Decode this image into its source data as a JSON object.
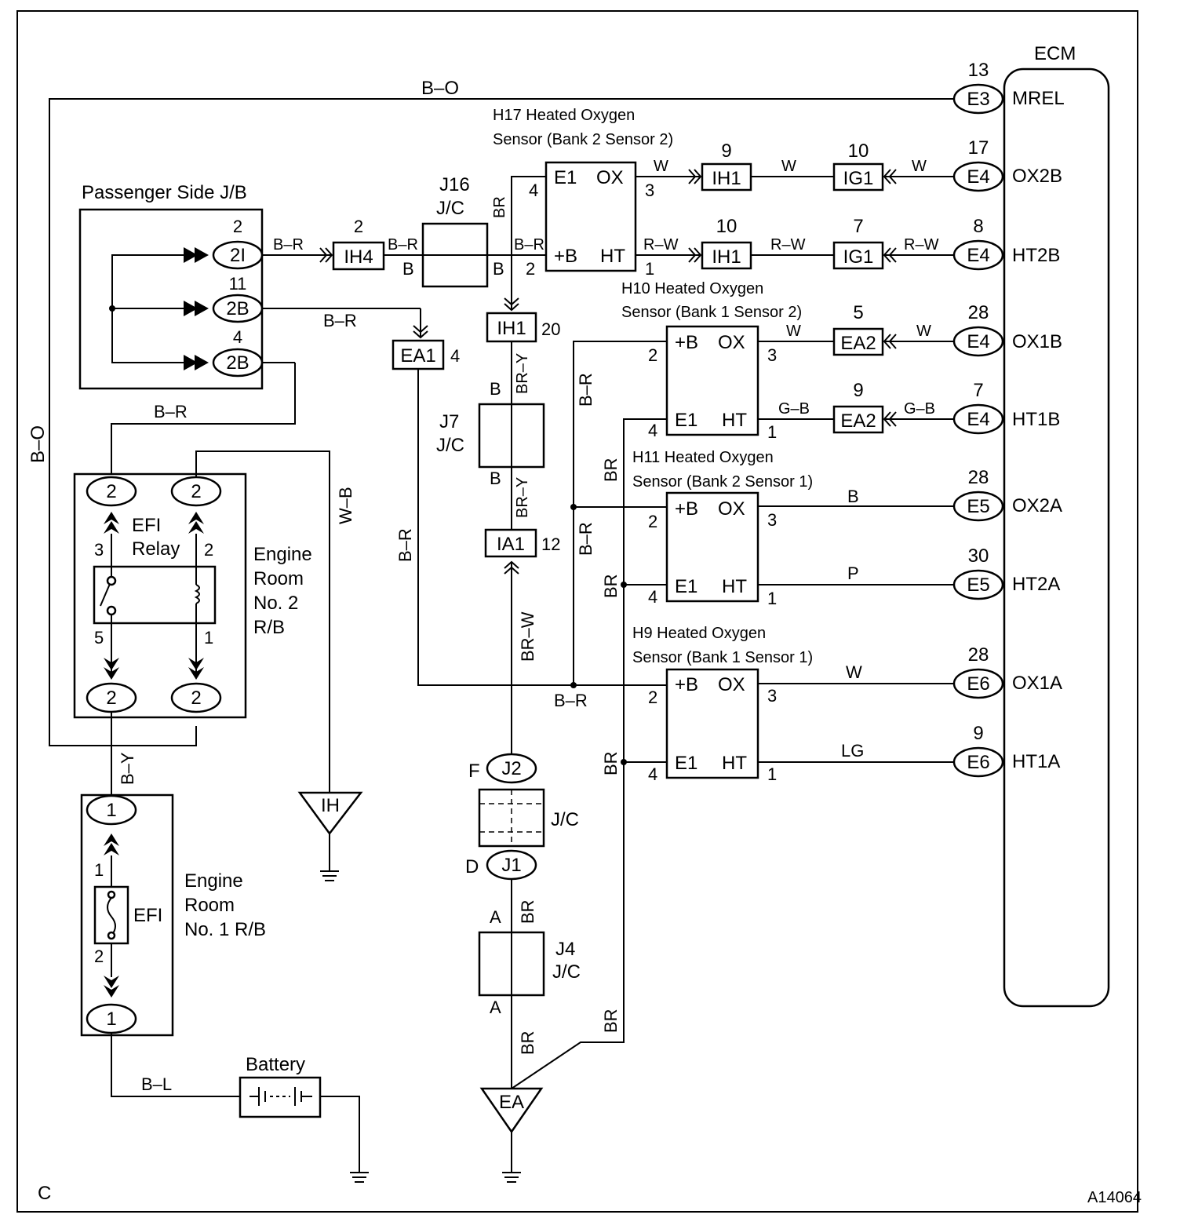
{
  "labels": {
    "ecm": "ECM",
    "mrel": "MREL",
    "ox2b": "OX2B",
    "ht2b": "HT2B",
    "ox1b": "OX1B",
    "ht1b": "HT1B",
    "ox2a": "OX2A",
    "ht2a": "HT2A",
    "ox1a": "OX1A",
    "ht1a": "HT1A",
    "h17_line1": "H17 Heated Oxygen",
    "h17_line2": "Sensor (Bank 2 Sensor 2)",
    "h10_line1": "H10 Heated Oxygen",
    "h10_line2": "Sensor (Bank 1 Sensor 2)",
    "h11_line1": "H11 Heated Oxygen",
    "h11_line2": "Sensor (Bank 2 Sensor 1)",
    "h9_line1": "H9 Heated Oxygen",
    "h9_line2": "Sensor (Bank 1 Sensor 1)",
    "passenger_jb": "Passenger Side J/B",
    "efi_relay_1": "EFI",
    "efi_relay_2": "Relay",
    "engine_room_2": [
      "Engine",
      "Room",
      "No. 2",
      "R/B"
    ],
    "engine_room_1": [
      "Engine",
      "Room",
      "No. 1 R/B"
    ],
    "efi_fuse": "EFI",
    "battery": "Battery",
    "j16": "J16",
    "j7": "J7",
    "j4": "J4",
    "jc": "J/C",
    "corner_c": "C",
    "figure_id": "A14064",
    "ground_ih": "IH",
    "ground_ea": "EA",
    "sensor_e1": "E1",
    "sensor_ox": "OX",
    "sensor_pb": "+B",
    "sensor_ht": "HT"
  },
  "connectors": {
    "e3": "E3",
    "e4": "E4",
    "e5": "E5",
    "e6": "E6",
    "ih1": "IH1",
    "ig1": "IG1",
    "ih4": "IH4",
    "ea1": "EA1",
    "ea2": "EA2",
    "ia1": "IA1",
    "c2i": "2I",
    "c2b": "2B",
    "j2": "J2",
    "j1": "J1",
    "c1": "1",
    "c2": "2"
  },
  "pins": {
    "p13": "13",
    "p17": "17",
    "p8": "8",
    "p28": "28",
    "p7": "7",
    "p30": "30",
    "p9": "9",
    "p10": "10",
    "p5": "5",
    "p2": "2",
    "p11": "11",
    "p4": "4",
    "p20": "20",
    "p12": "12",
    "p3": "3",
    "p1": "1",
    "pF": "F",
    "pD": "D",
    "pA": "A"
  },
  "wires": {
    "bo": "B–O",
    "br_w": "B–R",
    "w": "W",
    "rw": "R–W",
    "gb": "G–B",
    "b": "B",
    "p": "P",
    "lg": "LG",
    "br": "BR",
    "bry": "BR–Y",
    "brw": "BR–W",
    "by": "B–Y",
    "wb": "W–B",
    "bl": "B–L"
  }
}
